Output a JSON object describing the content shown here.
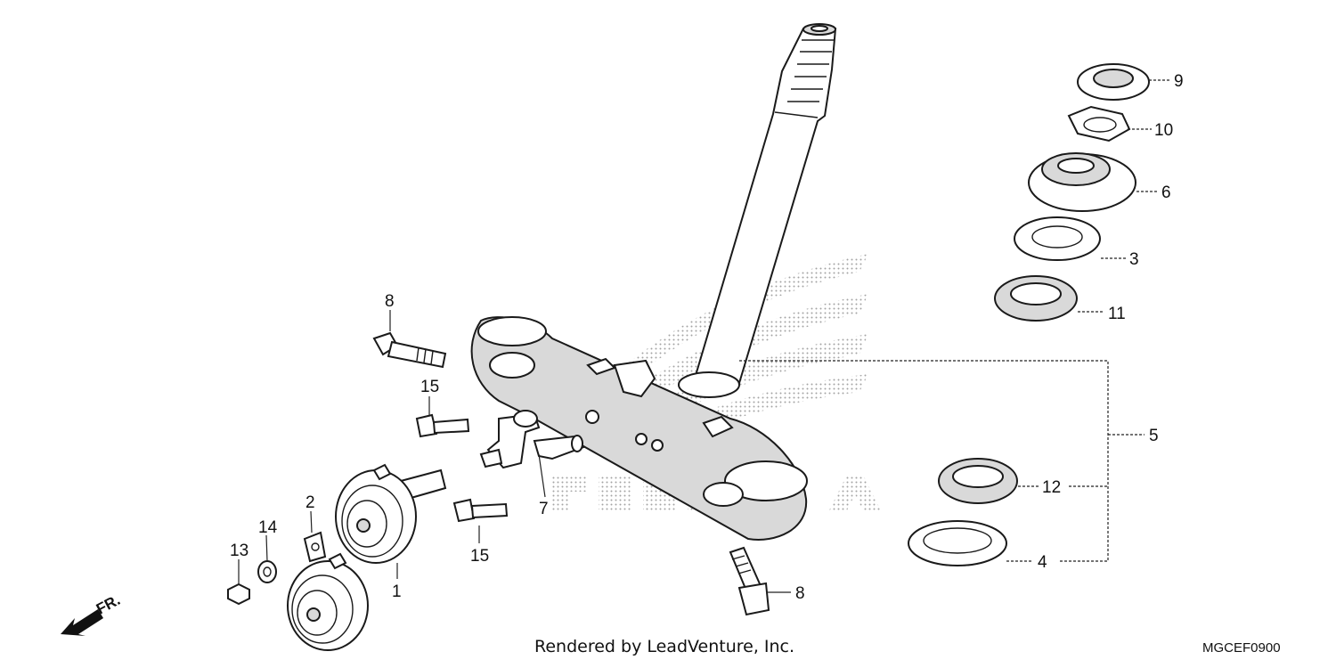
{
  "callouts": {
    "c1": "1",
    "c2": "2",
    "c3": "3",
    "c4": "4",
    "c5": "5",
    "c6": "6",
    "c7": "7",
    "c8a": "8",
    "c8b": "8",
    "c9": "9",
    "c10": "10",
    "c11": "11",
    "c12": "12",
    "c13": "13",
    "c14": "14",
    "c15a": "15",
    "c15b": "15"
  },
  "direction_label": "FR.",
  "footer": {
    "rendered_by": "Rendered by LeadVenture, Inc.",
    "diagram_code": "MGCEF0900"
  },
  "colors": {
    "line": "#1a1a1a",
    "watermark": "#9a9a9a",
    "background": "#ffffff"
  },
  "icons": {
    "direction_arrow": "front-direction-arrow-icon",
    "watermark": "honda-wing-logo"
  }
}
